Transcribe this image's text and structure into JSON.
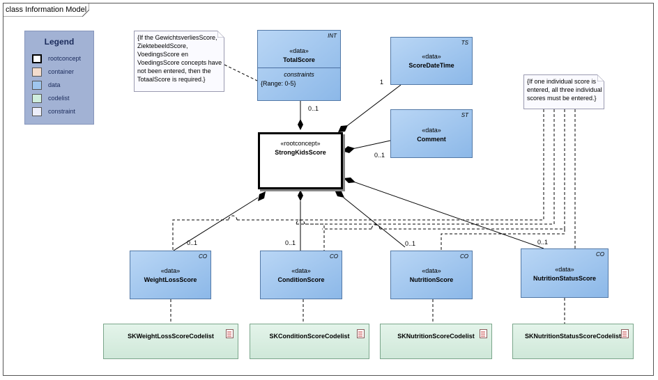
{
  "frame": {
    "title": "class Information Model"
  },
  "legend": {
    "title": "Legend",
    "items": [
      {
        "label": "rootconcept",
        "color": "#ffffff",
        "border": "#000000"
      },
      {
        "label": "container",
        "color": "#f3dccd",
        "border": "#888888"
      },
      {
        "label": "data",
        "color": "#9fc6ee",
        "border": "#5278a6"
      },
      {
        "label": "codelist",
        "color": "#cfeedd",
        "border": "#7aa58a"
      },
      {
        "label": "constraint",
        "color": "#eceefb",
        "border": "#888888"
      }
    ]
  },
  "root": {
    "stereotype": "«rootconcept»",
    "name": "StrongKidsScore"
  },
  "total": {
    "tag": "INT",
    "stereotype": "«data»",
    "name": "TotalScore",
    "constraints_heading": "constraints",
    "constraint": "{Range: 0-5}"
  },
  "datetime": {
    "tag": "TS",
    "stereotype": "«data»",
    "name": "ScoreDateTime"
  },
  "comment": {
    "tag": "ST",
    "stereotype": "«data»",
    "name": "Comment"
  },
  "weight": {
    "tag": "CO",
    "stereotype": "«data»",
    "name": "WeightLossScore"
  },
  "condition": {
    "tag": "CO",
    "stereotype": "«data»",
    "name": "ConditionScore"
  },
  "nutrition": {
    "tag": "CO",
    "stereotype": "«data»",
    "name": "NutritionScore"
  },
  "status": {
    "tag": "CO",
    "stereotype": "«data»",
    "name": "NutritionStatusScore"
  },
  "codelists": {
    "weight": "SKWeightLossScoreCodelist",
    "condition": "SKConditionScoreCodelist",
    "nutrition": "SKNutritionScoreCodelist",
    "status": "SKNutritionStatusScoreCodelist"
  },
  "note_left": {
    "lines": [
      "{If the GewichtsverliesScore,",
      "ZiektebeeldScore,",
      "VoedingsScore en",
      "VoedingsScore concepts have",
      "not been entered, then the",
      "TotaalScore is required.}"
    ]
  },
  "note_right": {
    "lines": [
      "{If one individual score is",
      "entered, all three individual",
      "scores must be entered.}"
    ]
  },
  "multiplicities": {
    "total": "0..1",
    "datetime": "1",
    "comment": "0..1",
    "weight": "0..1",
    "condition": "0..1",
    "nutrition": "0..1",
    "status": "0..1"
  },
  "colors": {
    "data_fill": "#9fc6ee",
    "codelist_fill": "#d8efe0",
    "legend_bg": "#a2b2d4",
    "note_fill": "#fafaff"
  }
}
